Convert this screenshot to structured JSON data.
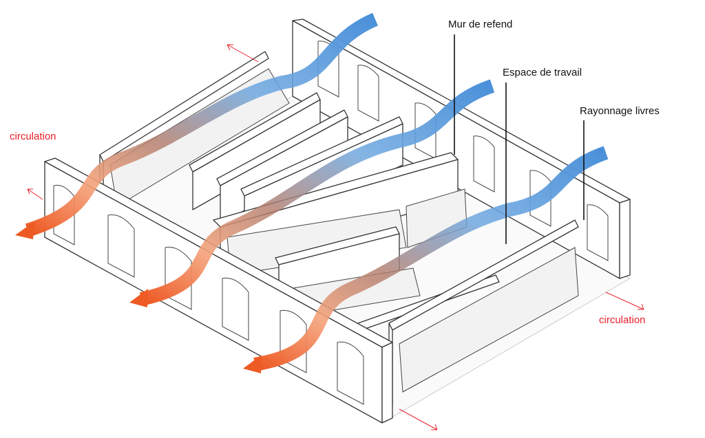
{
  "labels": {
    "mur_de_refend": "Mur de refend",
    "espace_de_travail": "Espace de travail",
    "rayonnage_livres": "Rayonnage livres",
    "circulation_left": "circulation",
    "circulation_right": "circulation"
  },
  "colors": {
    "airflow_cool": "#4a90d9",
    "airflow_warm": "#ee5a24",
    "circulation_text": "#e8202a"
  }
}
